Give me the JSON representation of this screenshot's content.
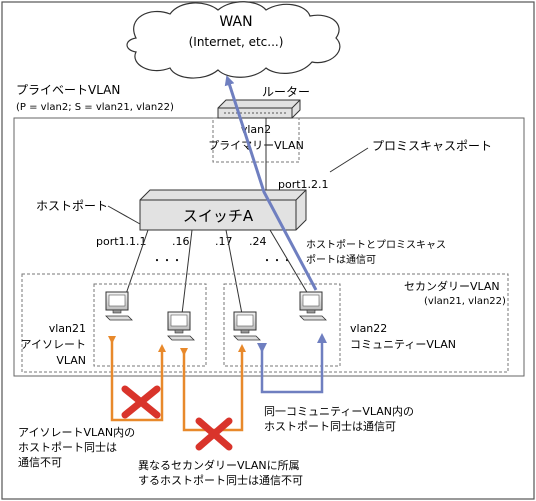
{
  "wan": {
    "title": "WAN",
    "subtitle": "(Internet, etc...)"
  },
  "private_vlan": {
    "title": "プライベートVLAN",
    "detail": "(P = vlan2; S = vlan21, vlan22)"
  },
  "router": {
    "label": "ルーター"
  },
  "primary": {
    "name": "vlan2",
    "label": "プライマリーVLAN"
  },
  "promiscuous": {
    "label": "プロミスキャスポート",
    "port": "port1.2.1"
  },
  "switch": {
    "label": "スイッチA"
  },
  "host_port": {
    "label": "ホストポート"
  },
  "ports": {
    "p1": "port1.1.1",
    "p16": ".16",
    "p17": ".17",
    "p24": ".24",
    "dots": "・・・"
  },
  "note_host_promis": {
    "line1": "ホストポートとプロミスキャス",
    "line2": "ポートは通信可"
  },
  "secondary": {
    "label": "セカンダリーVLAN",
    "detail": "(vlan21, vlan22)"
  },
  "vlan21": {
    "name": "vlan21",
    "type1": "アイソレート",
    "type2": "VLAN"
  },
  "vlan22": {
    "name": "vlan22",
    "type": "コミュニティーVLAN"
  },
  "note_isolated": {
    "line1": "アイソレートVLAN内の",
    "line2": "ホストポート同士は",
    "line3": "通信不可"
  },
  "note_community": {
    "line1": "同一コミュニティーVLAN内の",
    "line2": "ホストポート同士は通信可"
  },
  "note_secondary": {
    "line1": "異なるセカンダリーVLANに所属",
    "line2": "するホストポート同士は通信不可"
  },
  "colors": {
    "orange": "#e8892b",
    "blue": "#6f7fc0",
    "cross": "#d9342b",
    "switch_fill": "#e2e2e2",
    "border": "#555555"
  }
}
